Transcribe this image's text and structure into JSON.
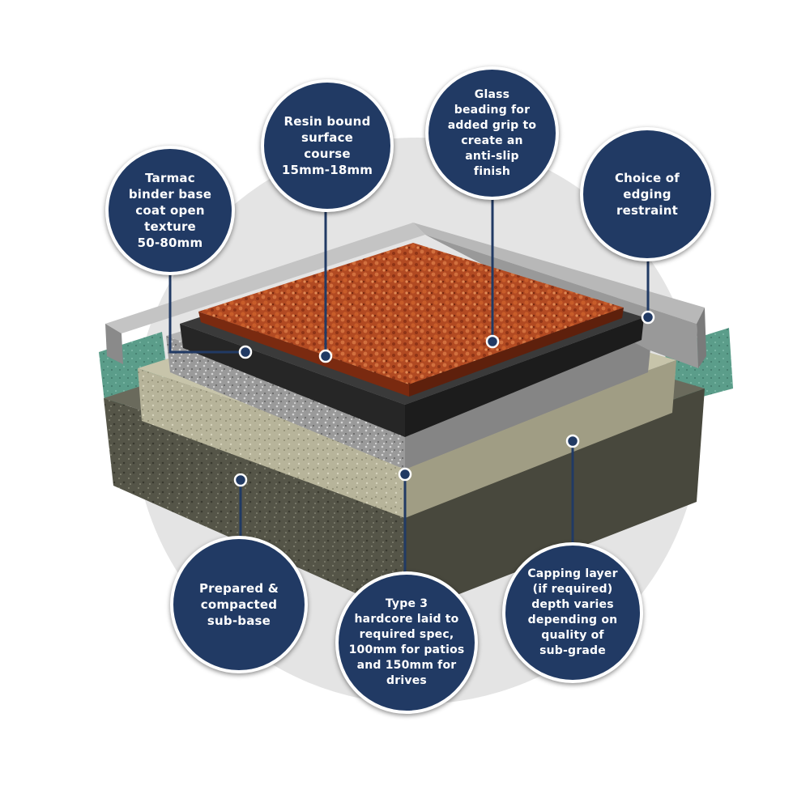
{
  "colors": {
    "bubble_fill": "#213a64",
    "bubble_border": "#ffffff",
    "leader_line": "#213a64",
    "backdrop_circle": "#e4e4e4",
    "resin_surface": "#b24a22",
    "binder_base": "#2e2e2e",
    "hardcore_type3": "#9a9a9a",
    "capping_layer": "#b7b49a",
    "sub_base": "#555548",
    "edging_kerb": "#a7a7a7",
    "ground_green": "#5b9d8a"
  },
  "labels": {
    "binder_base": "Tarmac\nbinder base\ncoat open\ntexture\n50-80mm",
    "resin_surface": "Resin bound\nsurface course\n15mm-18mm",
    "glass_beading": "Glass\nbeading for\nadded grip to\ncreate an\nanti-slip\nfinish",
    "edging": "Choice of\nedging\nrestraint",
    "sub_base": "Prepared &\ncompacted\nsub-base",
    "hardcore": "Type 3\nhardcore laid to\nrequired spec,\n100mm for patios\nand 150mm for\ndrives",
    "capping": "Capping layer\n(if required)\ndepth varies\ndepending on\nquality of\nsub-grade"
  }
}
